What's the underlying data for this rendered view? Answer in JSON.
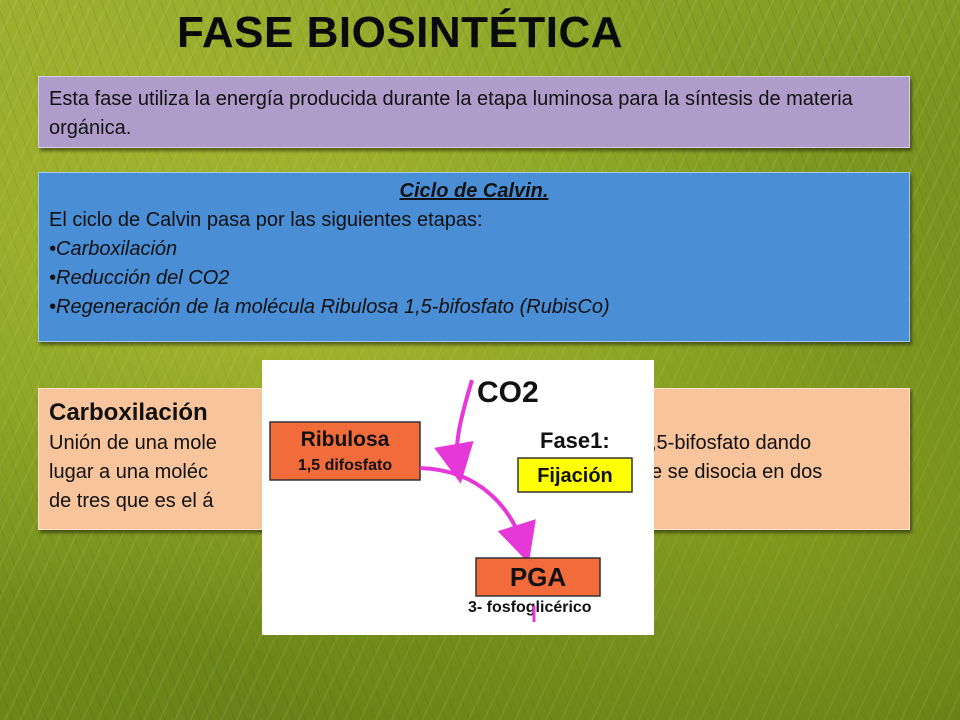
{
  "title": "FASE BIOSINTÉTICA",
  "intro": {
    "text": "Esta fase utiliza la energía producida durante la etapa luminosa para la síntesis de materia orgánica."
  },
  "calvin": {
    "heading": "Ciclo de Calvin.",
    "lead": "El ciclo de Calvin pasa por las siguientes etapas:",
    "items": [
      "•Carboxilación",
      "•Reducción del CO2",
      "•Regeneración de la molécula Ribulosa 1,5-bifosfato (RubisCo)"
    ]
  },
  "carboxilacion": {
    "heading": "Carboxilación",
    "lines": [
      "Unión de una mole",
      "lugar a una moléc",
      "de tres que es el á"
    ],
    "right_lines": [
      ",5-bifosfato dando",
      "e se disocia en dos"
    ]
  },
  "diagram": {
    "co2": "CO2",
    "ribulosa": "Ribulosa",
    "ribulosa_sub": "1,5 difosfato",
    "fase": "Fase1:",
    "fijacion": "Fijación",
    "pga": "PGA",
    "pga_sub": "3- fosfoglicérico",
    "colors": {
      "orange_box": "#f26b3a",
      "yellow_box": "#ffff00",
      "arrow": "#e637d8"
    }
  }
}
